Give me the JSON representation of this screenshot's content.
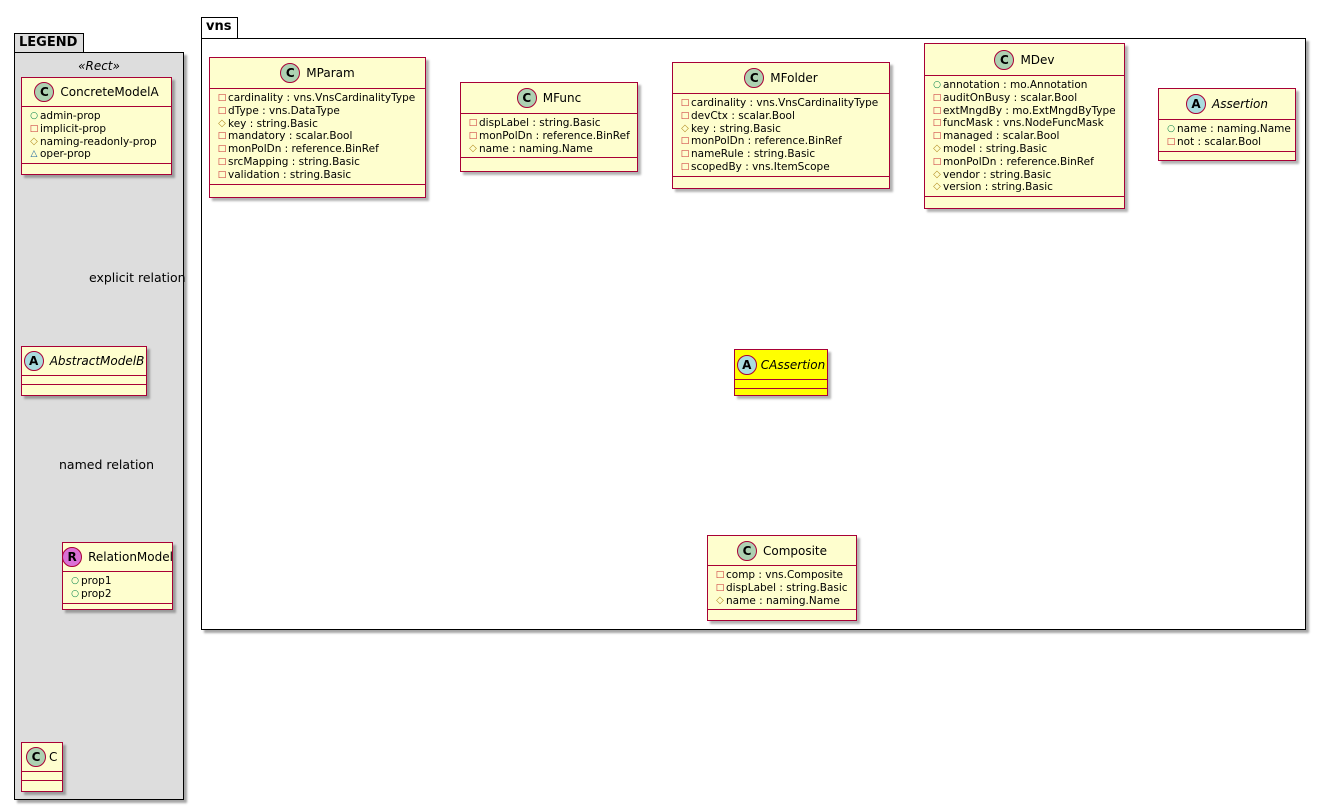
{
  "packages": {
    "legend": {
      "label": "LEGEND"
    },
    "vns": {
      "label": "vns"
    }
  },
  "legend": {
    "stereotype": "«Rect»",
    "concrete_model": {
      "name": "ConcreteModelA",
      "badge": "C",
      "attributes": [
        {
          "visibility": "public",
          "icon": "○",
          "text": "admin-prop"
        },
        {
          "visibility": "private",
          "icon": "□",
          "text": "implicit-prop"
        },
        {
          "visibility": "protected",
          "icon": "◇",
          "text": "naming-readonly-prop"
        },
        {
          "visibility": "package",
          "icon": "△",
          "text": "oper-prop"
        }
      ]
    },
    "abstract_model": {
      "name": "AbstractModelB",
      "badge": "A"
    },
    "relation_model": {
      "name": "RelationModel",
      "badge": "R",
      "attributes": [
        {
          "visibility": "public",
          "icon": "○",
          "text": "prop1"
        },
        {
          "visibility": "public",
          "icon": "○",
          "text": "prop2"
        }
      ]
    },
    "c_model": {
      "name": "C",
      "badge": "C"
    },
    "explicit_relation_label": "explicit relation",
    "named_relation_label": "named relation"
  },
  "classes": {
    "mparam": {
      "name": "MParam",
      "badge": "C",
      "attributes": [
        {
          "visibility": "private",
          "icon": "□",
          "text": "cardinality : vns.VnsCardinalityType"
        },
        {
          "visibility": "private",
          "icon": "□",
          "text": "dType : vns.DataType"
        },
        {
          "visibility": "protected",
          "icon": "◇",
          "text": "key : string.Basic"
        },
        {
          "visibility": "private",
          "icon": "□",
          "text": "mandatory : scalar.Bool"
        },
        {
          "visibility": "private",
          "icon": "□",
          "text": "monPolDn : reference.BinRef"
        },
        {
          "visibility": "private",
          "icon": "□",
          "text": "srcMapping : string.Basic"
        },
        {
          "visibility": "private",
          "icon": "□",
          "text": "validation : string.Basic"
        }
      ]
    },
    "mfunc": {
      "name": "MFunc",
      "badge": "C",
      "attributes": [
        {
          "visibility": "private",
          "icon": "□",
          "text": "dispLabel : string.Basic"
        },
        {
          "visibility": "private",
          "icon": "□",
          "text": "monPolDn : reference.BinRef"
        },
        {
          "visibility": "protected",
          "icon": "◇",
          "text": "name : naming.Name"
        }
      ]
    },
    "mfolder": {
      "name": "MFolder",
      "badge": "C",
      "attributes": [
        {
          "visibility": "private",
          "icon": "□",
          "text": "cardinality : vns.VnsCardinalityType"
        },
        {
          "visibility": "private",
          "icon": "□",
          "text": "devCtx : scalar.Bool"
        },
        {
          "visibility": "protected",
          "icon": "◇",
          "text": "key : string.Basic"
        },
        {
          "visibility": "private",
          "icon": "□",
          "text": "monPolDn : reference.BinRef"
        },
        {
          "visibility": "private",
          "icon": "□",
          "text": "nameRule : string.Basic"
        },
        {
          "visibility": "private",
          "icon": "□",
          "text": "scopedBy : vns.ItemScope"
        }
      ]
    },
    "mdev": {
      "name": "MDev",
      "badge": "C",
      "attributes": [
        {
          "visibility": "public",
          "icon": "○",
          "text": "annotation : mo.Annotation"
        },
        {
          "visibility": "private",
          "icon": "□",
          "text": "auditOnBusy : scalar.Bool"
        },
        {
          "visibility": "private",
          "icon": "□",
          "text": "extMngdBy : mo.ExtMngdByType"
        },
        {
          "visibility": "private",
          "icon": "□",
          "text": "funcMask : vns.NodeFuncMask"
        },
        {
          "visibility": "private",
          "icon": "□",
          "text": "managed : scalar.Bool"
        },
        {
          "visibility": "protected",
          "icon": "◇",
          "text": "model : string.Basic"
        },
        {
          "visibility": "private",
          "icon": "□",
          "text": "monPolDn : reference.BinRef"
        },
        {
          "visibility": "protected",
          "icon": "◇",
          "text": "vendor : string.Basic"
        },
        {
          "visibility": "protected",
          "icon": "◇",
          "text": "version : string.Basic"
        }
      ]
    },
    "assertion": {
      "name": "Assertion",
      "badge": "A",
      "attributes": [
        {
          "visibility": "public",
          "icon": "○",
          "text": "name : naming.Name"
        },
        {
          "visibility": "private",
          "icon": "□",
          "text": "not : scalar.Bool"
        }
      ]
    },
    "cassertion": {
      "name": "CAssertion",
      "badge": "A",
      "fill_color": "#ffff00"
    },
    "composite": {
      "name": "Composite",
      "badge": "C",
      "attributes": [
        {
          "visibility": "private",
          "icon": "□",
          "text": "comp : vns.Composite"
        },
        {
          "visibility": "private",
          "icon": "□",
          "text": "dispLabel : string.Basic"
        },
        {
          "visibility": "protected",
          "icon": "◇",
          "text": "name : naming.Name"
        }
      ]
    }
  },
  "colors": {
    "class_fill": "#fefece",
    "class_border": "#a80036",
    "legend_fill": "#dddddd",
    "highlight_fill": "#ffff00"
  }
}
